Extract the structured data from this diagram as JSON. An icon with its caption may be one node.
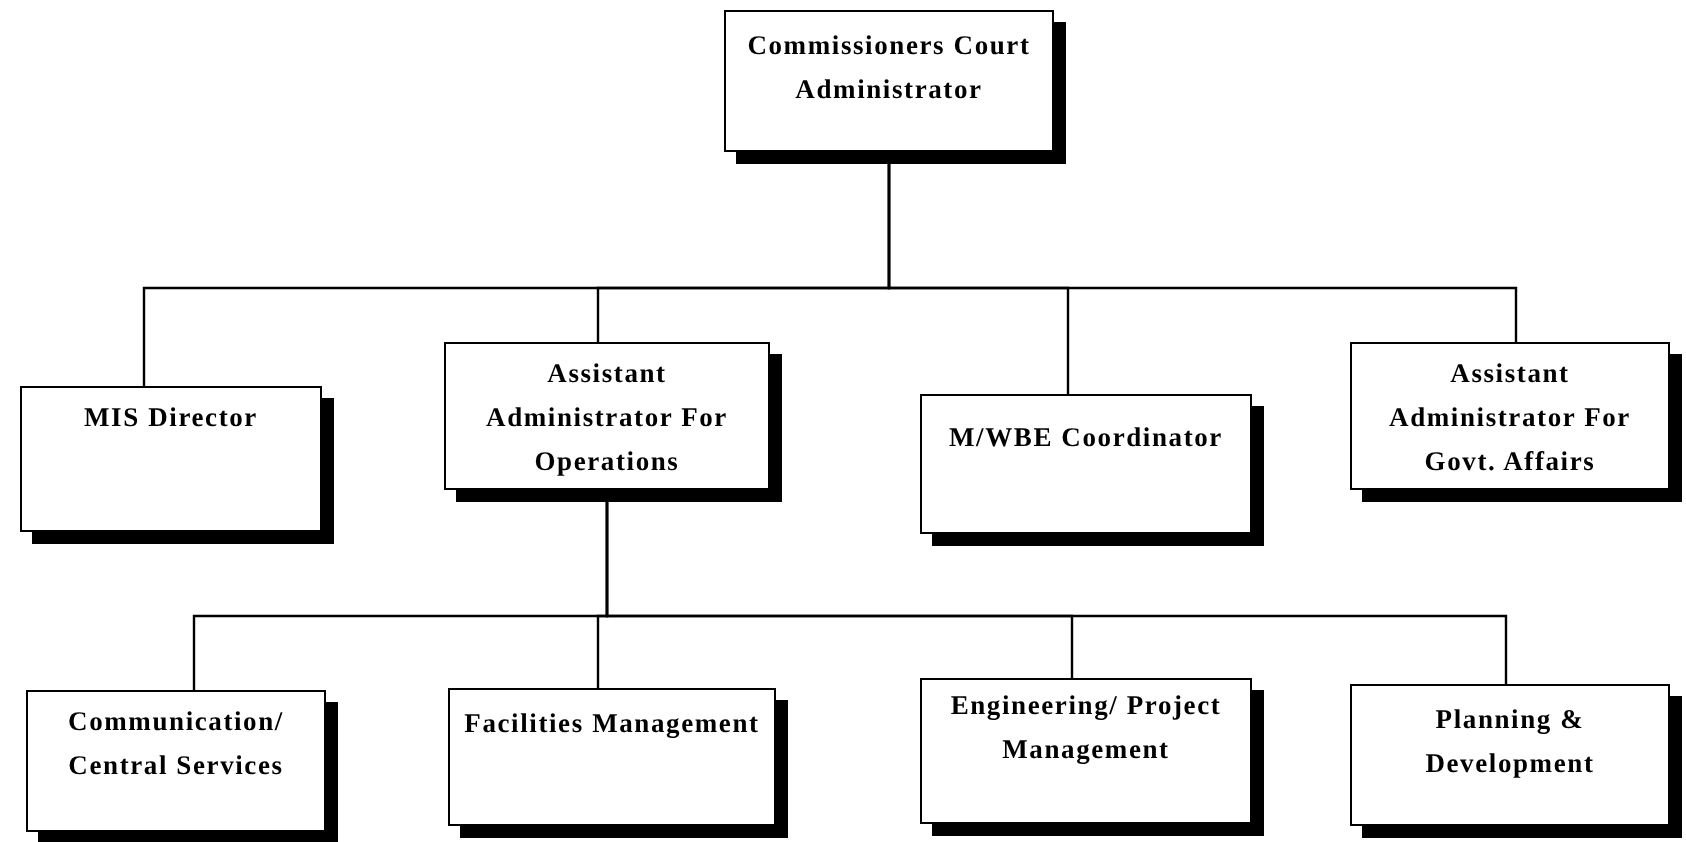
{
  "diagram": {
    "nodes": [
      {
        "text": [
          "Commissioners Court Administrator"
        ]
      },
      {
        "text": [
          "MIS Director"
        ]
      },
      {
        "text": [
          "Assistant Administrator For Operations"
        ]
      },
      {
        "text": [
          "M/WBE Coordinator"
        ]
      },
      {
        "text": [
          "Assistant Administrator For Govt. Affairs"
        ]
      },
      {
        "text": [
          "Communication/ Central Services"
        ]
      },
      {
        "text": [
          "Facilities Management"
        ]
      },
      {
        "text": [
          "Engineering/ Project Management"
        ]
      },
      {
        "text": [
          "Planning & Development"
        ]
      }
    ],
    "edges": [
      {
        "from": 0,
        "to": 1,
        "arrow": "none"
      },
      {
        "from": 0,
        "to": 2,
        "arrow": "none"
      },
      {
        "from": 0,
        "to": 3,
        "arrow": "none"
      },
      {
        "from": 0,
        "to": 4,
        "arrow": "none"
      },
      {
        "from": 2,
        "to": 5,
        "arrow": "none"
      },
      {
        "from": 2,
        "to": 6,
        "arrow": "none"
      },
      {
        "from": 2,
        "to": 7,
        "arrow": "none"
      },
      {
        "from": 2,
        "to": 8,
        "arrow": "none"
      }
    ]
  }
}
